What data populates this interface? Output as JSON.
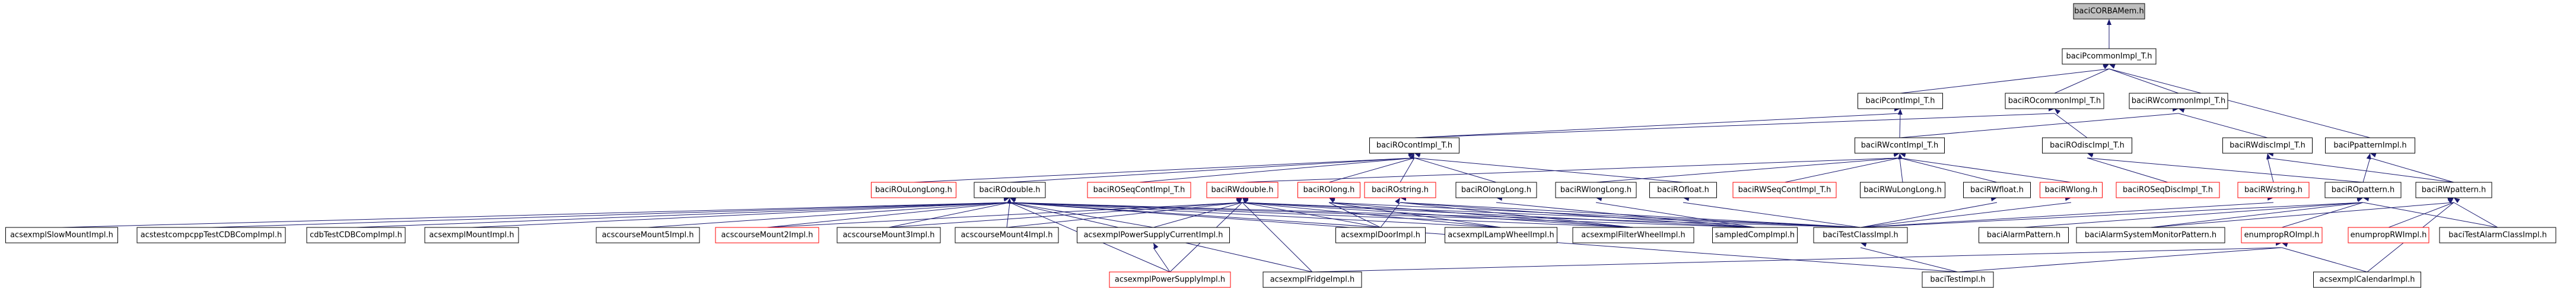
{
  "graph": {
    "title": "baciCORBAMem.h include dependency graph",
    "edge_color": "#191970",
    "root_fill": "#bfbfbf",
    "missing_border": "#ff0000",
    "nodes": [
      {
        "id": "corba",
        "label": "baciCORBAMem.h",
        "root": true,
        "row": 0,
        "col": 3555
      },
      {
        "id": "pcommon",
        "label": "baciPcommonImpl_T.h",
        "row": 1,
        "col": 3555
      },
      {
        "id": "pcont",
        "label": "baciPcontImpl_T.h",
        "row": 2,
        "col": 3203
      },
      {
        "id": "rocommon",
        "label": "baciROcommonImpl_T.h",
        "row": 2,
        "col": 3463
      },
      {
        "id": "rwcommon",
        "label": "baciRWcommonImpl_T.h",
        "row": 2,
        "col": 3672
      },
      {
        "id": "rocont",
        "label": "baciROcontImpl_T.h",
        "row": 3,
        "col": 2384
      },
      {
        "id": "rwcont",
        "label": "baciRWcontImpl_T.h",
        "row": 3,
        "col": 3202
      },
      {
        "id": "rodisc",
        "label": "baciROdiscImpl_T.h",
        "row": 3,
        "col": 3518
      },
      {
        "id": "rwdisc",
        "label": "baciRWdiscImpl_T.h",
        "row": 3,
        "col": 3822
      },
      {
        "id": "ppattern",
        "label": "baciPpatternImpl.h",
        "row": 3,
        "col": 3995
      },
      {
        "id": "roulonglong",
        "label": "baciROuLongLong.h",
        "red": true,
        "row": 4,
        "col": 1540
      },
      {
        "id": "rodouble",
        "label": "baciROdouble.h",
        "row": 4,
        "col": 1702
      },
      {
        "id": "roseqcont",
        "label": "baciROSeqContImpl_T.h",
        "red": true,
        "row": 4,
        "col": 1920
      },
      {
        "id": "rwdouble",
        "label": "baciRWdouble.h",
        "red": true,
        "row": 4,
        "col": 2094
      },
      {
        "id": "rolong",
        "label": "baciROlong.h",
        "red": true,
        "row": 4,
        "col": 2240
      },
      {
        "id": "rostring",
        "label": "baciROstring.h",
        "red": true,
        "row": 4,
        "col": 2360
      },
      {
        "id": "rolonglong",
        "label": "baciROlongLong.h",
        "row": 4,
        "col": 2522
      },
      {
        "id": "rwlonglong",
        "label": "baciRWlongLong.h",
        "row": 4,
        "col": 2690
      },
      {
        "id": "rofloat",
        "label": "baciROfloat.h",
        "row": 4,
        "col": 2837
      },
      {
        "id": "rwseqcont",
        "label": "baciRWSeqContImpl_T.h",
        "red": true,
        "row": 4,
        "col": 3008
      },
      {
        "id": "rwulonglong",
        "label": "baciRWuLongLong.h",
        "row": 4,
        "col": 3207
      },
      {
        "id": "rwfloat",
        "label": "baciRWfloat.h",
        "row": 4,
        "col": 3366
      },
      {
        "id": "rwlong",
        "label": "baciRWlong.h",
        "red": true,
        "row": 4,
        "col": 3491
      },
      {
        "id": "roseqdisc",
        "label": "baciROSeqDiscImpl_T.h",
        "red": true,
        "row": 4,
        "col": 3654
      },
      {
        "id": "rwstring",
        "label": "baciRWstring.h",
        "red": true,
        "row": 4,
        "col": 3832
      },
      {
        "id": "ropattern",
        "label": "baciROpattern.h",
        "row": 4,
        "col": 3983
      },
      {
        "id": "rwpattern",
        "label": "baciRWpattern.h",
        "row": 4,
        "col": 4136
      },
      {
        "id": "slowmount",
        "label": "acsexmplSlowMountImpl.h",
        "row": 5,
        "col": 104
      },
      {
        "id": "cdbcomp",
        "label": "acstestcompcppTestCDBCompImpl.h",
        "row": 5,
        "col": 356
      },
      {
        "id": "cdbtest",
        "label": "cdbTestCDBCompImpl.h",
        "row": 5,
        "col": 600
      },
      {
        "id": "mountimpl",
        "label": "acsexmplMountImpl.h",
        "row": 5,
        "col": 795
      },
      {
        "id": "mount5",
        "label": "acscourseMount5Impl.h",
        "row": 5,
        "col": 1092
      },
      {
        "id": "mount2",
        "label": "acscourseMount2Impl.h",
        "red": true,
        "row": 5,
        "col": 1293
      },
      {
        "id": "mount3",
        "label": "acscourseMount3Impl.h",
        "row": 5,
        "col": 1498
      },
      {
        "id": "mount4",
        "label": "acscourseMount4Impl.h",
        "row": 5,
        "col": 1697
      },
      {
        "id": "psucurrent",
        "label": "acsexmplPowerSupplyCurrentImpl.h",
        "row": 5,
        "col": 1944
      },
      {
        "id": "door",
        "label": "acsexmplDoorImpl.h",
        "row": 5,
        "col": 2327
      },
      {
        "id": "lampwheel",
        "label": "acsexmplLampWheelImpl.h",
        "row": 5,
        "col": 2530
      },
      {
        "id": "filterwheel",
        "label": "acsexmplFilterWheelImpl.h",
        "row": 5,
        "col": 2753
      },
      {
        "id": "sampled",
        "label": "sampledCompImpl.h",
        "row": 5,
        "col": 2958
      },
      {
        "id": "testclass",
        "label": "baciTestClassImpl.h",
        "row": 5,
        "col": 3136
      },
      {
        "id": "alarmpattern",
        "label": "baciAlarmPattern.h",
        "row": 5,
        "col": 3411
      },
      {
        "id": "alarmsys",
        "label": "baciAlarmSystemMonitorPattern.h",
        "row": 5,
        "col": 3625
      },
      {
        "id": "enumro",
        "label": "enumpropROImpl.h",
        "red": true,
        "row": 5,
        "col": 3846
      },
      {
        "id": "enumrw",
        "label": "enumpropRWImpl.h",
        "red": true,
        "row": 5,
        "col": 4026
      },
      {
        "id": "testalarm",
        "label": "baciTestAlarmClassImpl.h",
        "row": 5,
        "col": 4210
      },
      {
        "id": "psu",
        "label": "acsexmplPowerSupplyImpl.h",
        "red": true,
        "row": 6,
        "col": 1972
      },
      {
        "id": "fridge",
        "label": "acsexmplFridgeImpl.h",
        "row": 6,
        "col": 2212
      },
      {
        "id": "testimpl",
        "label": "baciTestImpl.h",
        "row": 6,
        "col": 3300
      },
      {
        "id": "calendar",
        "label": "acsexmplCalendarImpl.h",
        "row": 6,
        "col": 3990
      }
    ],
    "edges": [
      [
        "pcommon",
        "corba"
      ],
      [
        "pcont",
        "pcommon"
      ],
      [
        "rocommon",
        "pcommon"
      ],
      [
        "rwcommon",
        "pcommon"
      ],
      [
        "ppattern",
        "pcommon"
      ],
      [
        "rocont",
        "pcont"
      ],
      [
        "rocont",
        "rocommon"
      ],
      [
        "rwcont",
        "pcont"
      ],
      [
        "rwcont",
        "rwcommon"
      ],
      [
        "rodisc",
        "rocommon"
      ],
      [
        "rwdisc",
        "rwcommon"
      ],
      [
        "roulonglong",
        "rocont"
      ],
      [
        "rodouble",
        "rocont"
      ],
      [
        "roseqcont",
        "rocont"
      ],
      [
        "rolong",
        "rocont"
      ],
      [
        "rostring",
        "rocont"
      ],
      [
        "rolonglong",
        "rocont"
      ],
      [
        "rofloat",
        "rocont"
      ],
      [
        "rwdouble",
        "rwcont"
      ],
      [
        "rwlonglong",
        "rwcont"
      ],
      [
        "rwseqcont",
        "rwcont"
      ],
      [
        "rwulonglong",
        "rwcont"
      ],
      [
        "rwfloat",
        "rwcont"
      ],
      [
        "rwlong",
        "rwcont"
      ],
      [
        "roseqdisc",
        "rodisc"
      ],
      [
        "ropattern",
        "rodisc"
      ],
      [
        "rwstring",
        "rwdisc"
      ],
      [
        "rwpattern",
        "rwdisc"
      ],
      [
        "ropattern",
        "ppattern"
      ],
      [
        "rwpattern",
        "ppattern"
      ],
      [
        "slowmount",
        "rodouble"
      ],
      [
        "cdbcomp",
        "rodouble"
      ],
      [
        "cdbtest",
        "rodouble"
      ],
      [
        "mountimpl",
        "rodouble"
      ],
      [
        "mount5",
        "rodouble"
      ],
      [
        "mount2",
        "rodouble"
      ],
      [
        "mount3",
        "rodouble"
      ],
      [
        "mount4",
        "rodouble"
      ],
      [
        "mount2",
        "rwdouble"
      ],
      [
        "mount3",
        "rwdouble"
      ],
      [
        "mount4",
        "rwdouble"
      ],
      [
        "psucurrent",
        "rodouble"
      ],
      [
        "psucurrent",
        "rwdouble"
      ],
      [
        "door",
        "rodouble"
      ],
      [
        "door",
        "rwdouble"
      ],
      [
        "door",
        "rolong"
      ],
      [
        "door",
        "rostring"
      ],
      [
        "lampwheel",
        "rodouble"
      ],
      [
        "lampwheel",
        "rwdouble"
      ],
      [
        "lampwheel",
        "rolong"
      ],
      [
        "filterwheel",
        "rodouble"
      ],
      [
        "filterwheel",
        "rwdouble"
      ],
      [
        "filterwheel",
        "rolong"
      ],
      [
        "filterwheel",
        "rostring"
      ],
      [
        "sampled",
        "rodouble"
      ],
      [
        "sampled",
        "rwdouble"
      ],
      [
        "sampled",
        "rostring"
      ],
      [
        "sampled",
        "rolonglong"
      ],
      [
        "sampled",
        "rwlonglong"
      ],
      [
        "testclass",
        "rodouble"
      ],
      [
        "testclass",
        "rwdouble"
      ],
      [
        "testclass",
        "rolong"
      ],
      [
        "testclass",
        "rostring"
      ],
      [
        "testclass",
        "rofloat"
      ],
      [
        "testclass",
        "rwlong"
      ],
      [
        "testclass",
        "rwfloat"
      ],
      [
        "testclass",
        "ropattern"
      ],
      [
        "testclass",
        "rwstring"
      ],
      [
        "alarmpattern",
        "ropattern"
      ],
      [
        "alarmsys",
        "ropattern"
      ],
      [
        "alarmsys",
        "rwpattern"
      ],
      [
        "enumro",
        "ropattern"
      ],
      [
        "enumrw",
        "rwpattern"
      ],
      [
        "testalarm",
        "ropattern"
      ],
      [
        "testalarm",
        "rwpattern"
      ],
      [
        "psu",
        "psucurrent"
      ],
      [
        "psu",
        "rodouble"
      ],
      [
        "psu",
        "rwdouble"
      ],
      [
        "fridge",
        "rodouble"
      ],
      [
        "fridge",
        "rwdouble"
      ],
      [
        "fridge",
        "enumro"
      ],
      [
        "testimpl",
        "testclass"
      ],
      [
        "testimpl",
        "enumro"
      ],
      [
        "testimpl",
        "rodouble"
      ],
      [
        "calendar",
        "enumro"
      ],
      [
        "calendar",
        "rwpattern"
      ]
    ]
  }
}
